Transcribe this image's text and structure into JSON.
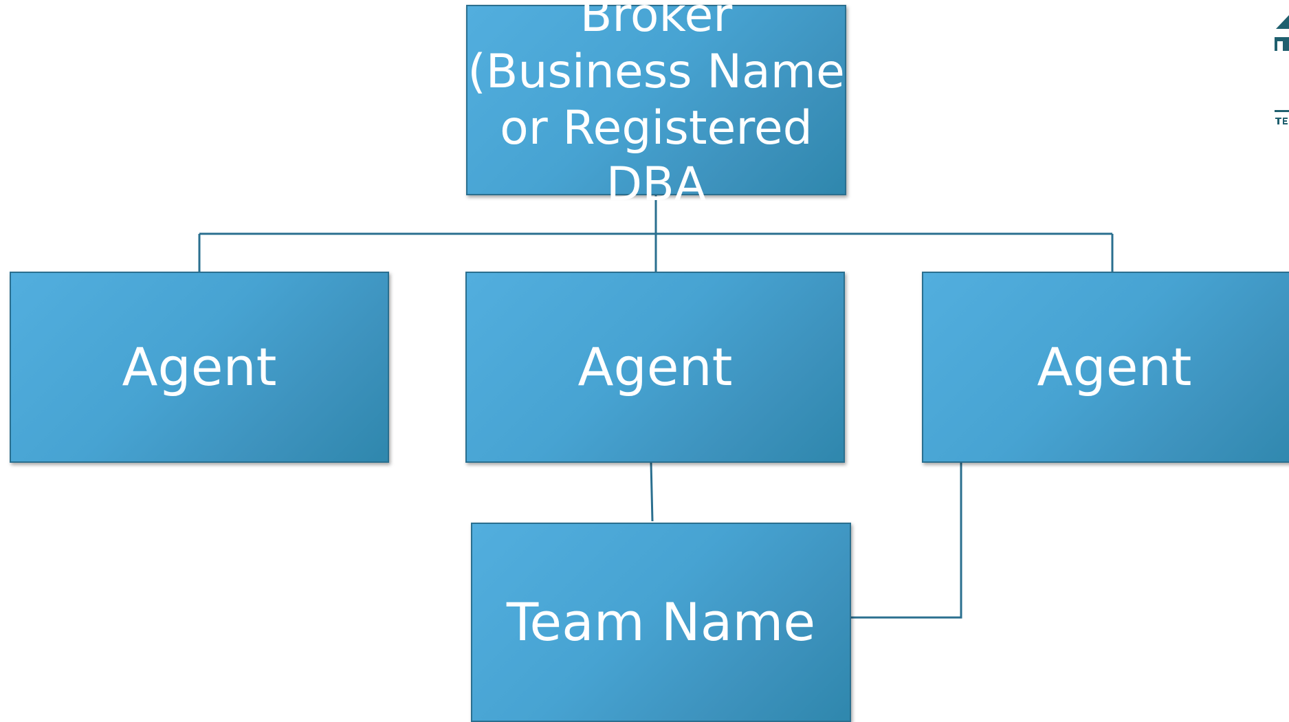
{
  "diagram": {
    "broker": {
      "label": "Broker (Business Name or Registered DBA"
    },
    "agents": [
      {
        "label": "Agent"
      },
      {
        "label": "Agent"
      },
      {
        "label": "Agent"
      }
    ],
    "team": {
      "label": "Team Name"
    }
  },
  "colors": {
    "box_fill": "#47a3d2",
    "box_border": "#2a6f8f",
    "connector": "#2a6f8f",
    "text": "#ffffff",
    "logo": "#1f5f6e"
  },
  "icons": {
    "corner_logo": "house-logo-icon"
  }
}
